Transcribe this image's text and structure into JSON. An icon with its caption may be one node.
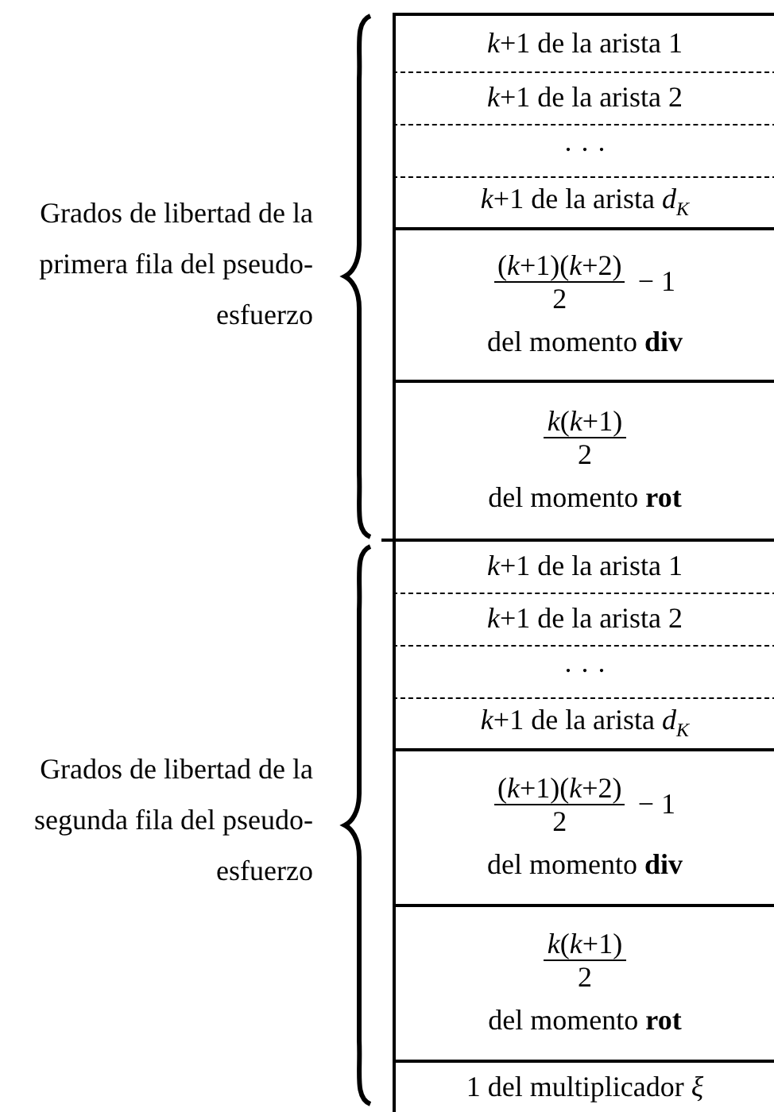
{
  "diagram": {
    "nodes": [
      {
        "text": [
          "*k*+1 de la arista 1"
        ]
      },
      {
        "text": [
          "*k*+1 de la arista 2"
        ]
      },
      {
        "text": [
          "· · ·"
        ]
      },
      {
        "text": [
          "*k*+1 de la arista *d*$_{K}$"
        ]
      },
      {
        "text": [
          "(*k*+1)(*k*+2)",
          "2",
          "− 1",
          "del momento **div**"
        ]
      },
      {
        "text": [
          "*k*(*k*+1)",
          "2",
          "del momento **rot**"
        ]
      },
      {
        "text": [
          "*k*+1 de la arista 1"
        ]
      },
      {
        "text": [
          "*k*+1 de la arista 2"
        ]
      },
      {
        "text": [
          "· · ·"
        ]
      },
      {
        "text": [
          "*k*+1 de la arista *d*$_{K}$"
        ]
      },
      {
        "text": [
          "(*k*+1)(*k*+2)",
          "2",
          "− 1",
          "del momento **div**"
        ]
      },
      {
        "text": [
          "*k*(*k*+1)",
          "2",
          "del momento **rot**"
        ]
      },
      {
        "text": [
          "1 del multiplicador *ξ*"
        ]
      }
    ],
    "edges": [],
    "labels": [
      "Grados de libertad de la primera fila del pseudo-esfuerzo",
      "Grados de libertad de la segunda fila del pseudo-esfuerzo"
    ]
  }
}
